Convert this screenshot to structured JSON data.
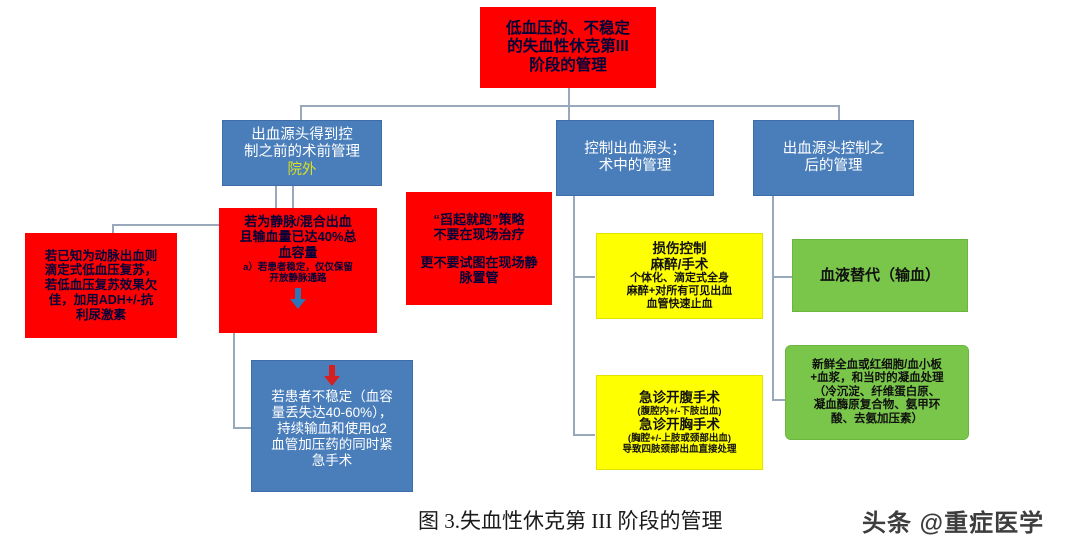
{
  "figure": {
    "caption": "图 3.失血性休克第 III 阶段的管理",
    "watermark": "头条 @重症医学",
    "colors": {
      "red": "#FE0000",
      "blue": "#4A7EBB",
      "yellow": "#FEFF00",
      "green": "#79C64A",
      "connector": "#9AA8BB",
      "red_text": "#00003A",
      "highlight_yellow": "#D7E021"
    }
  },
  "nodes": {
    "root": {
      "color": "red",
      "lines": [
        "低血压的、不稳定",
        "的失血性休克第III",
        "阶段的管理"
      ]
    },
    "branch_preop": {
      "color": "blue",
      "lines": [
        "出血源头得到控",
        "制之前的术前管理"
      ],
      "highlight_line": "院外"
    },
    "branch_intraop": {
      "color": "blue",
      "lines": [
        "控制出血源头；",
        "术中的管理"
      ]
    },
    "branch_postop": {
      "color": "blue",
      "lines": [
        "出血源头控制之",
        "后的管理"
      ]
    },
    "arterial_bleed": {
      "color": "red",
      "lines": [
        "若已知为动脉出血则",
        "滴定式低血压复苏，",
        "若低血压复苏效果欠",
        "佳，加用ADH+/-抗",
        "利尿激素"
      ]
    },
    "venous_bleed": {
      "color": "red",
      "lines": [
        "若为静脉/混合出血",
        "且输血量已达40%总",
        "血容量"
      ],
      "sub_lines": [
        "a）若患者稳定，仅仅保留",
        "开放静脉通路"
      ],
      "arrow": "down-arrow-blue"
    },
    "scoop_and_run": {
      "color": "red",
      "lines": [
        "“舀起就跑”策略",
        "不要在现场治疗"
      ],
      "sub_lines": [
        "更不要试图在现场静",
        "脉置管"
      ]
    },
    "unstable_patient": {
      "color": "blue",
      "arrow": "down-arrow-red",
      "lines": [
        "若患者不稳定（血容",
        "量丢失达40-60%），",
        "持续输血和使用α2",
        "血管加压药的同时紧",
        "急手术"
      ]
    },
    "damage_control": {
      "color": "yellow",
      "lines": [
        "损伤控制",
        "麻醉/手术"
      ],
      "sub_lines": [
        "个体化、滴定式全身",
        "麻醉+对所有可见出血",
        "血管快速止血"
      ]
    },
    "emergency_surgery": {
      "color": "yellow",
      "lines": [
        "急诊开腹手术"
      ],
      "sub_lines_1": [
        "(腹腔内+/-下肢出血)"
      ],
      "lines_2": [
        "急诊开胸手术"
      ],
      "sub_lines_2": [
        "(胸腔+/-上肢或颈部出血)",
        "导致四肢颈部出血直接处理"
      ]
    },
    "blood_replacement": {
      "color": "green",
      "lines": [
        "血液替代（输血）"
      ]
    },
    "blood_products": {
      "color": "green",
      "sub_lines": [
        "新鲜全血或红细胞/血小板",
        "+血浆，和当时的凝血处理",
        "（冷沉淀、纤维蛋白原、",
        "凝血酶原复合物、氨甲环",
        "酸、去氨加压素）"
      ]
    }
  }
}
